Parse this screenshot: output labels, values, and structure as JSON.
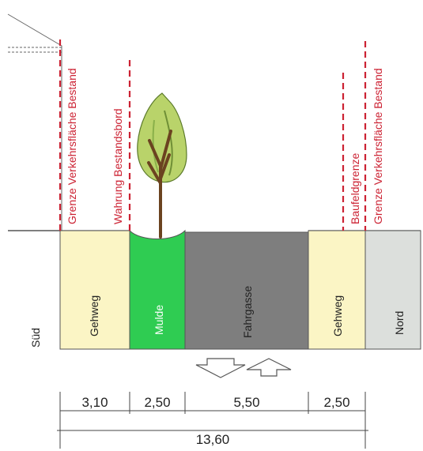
{
  "labels": {
    "grenze_left": "Grenze Verkehrsfläche Bestand",
    "wahrung": "Wahrung Bestandsbord",
    "baufeld": "Baufeldgrenze",
    "grenze_right": "Grenze Verkehrsfläche Bestand"
  },
  "zones": {
    "sued": "Süd",
    "gehweg_left": "Gehweg",
    "mulde": "Mulde",
    "fahrgasse": "Fahrgasse",
    "gehweg_right": "Gehweg",
    "nord": "Nord"
  },
  "dimensions": {
    "d1": "3,10",
    "d2": "2,50",
    "d3": "5,50",
    "d4": "2,50",
    "total": "13,60"
  },
  "colors": {
    "gehweg": "#fbf5c5",
    "mulde": "#2fcc52",
    "fahrgasse": "#7e7e7e",
    "nord": "#dcdfdc",
    "boundary": "#cc2233"
  }
}
